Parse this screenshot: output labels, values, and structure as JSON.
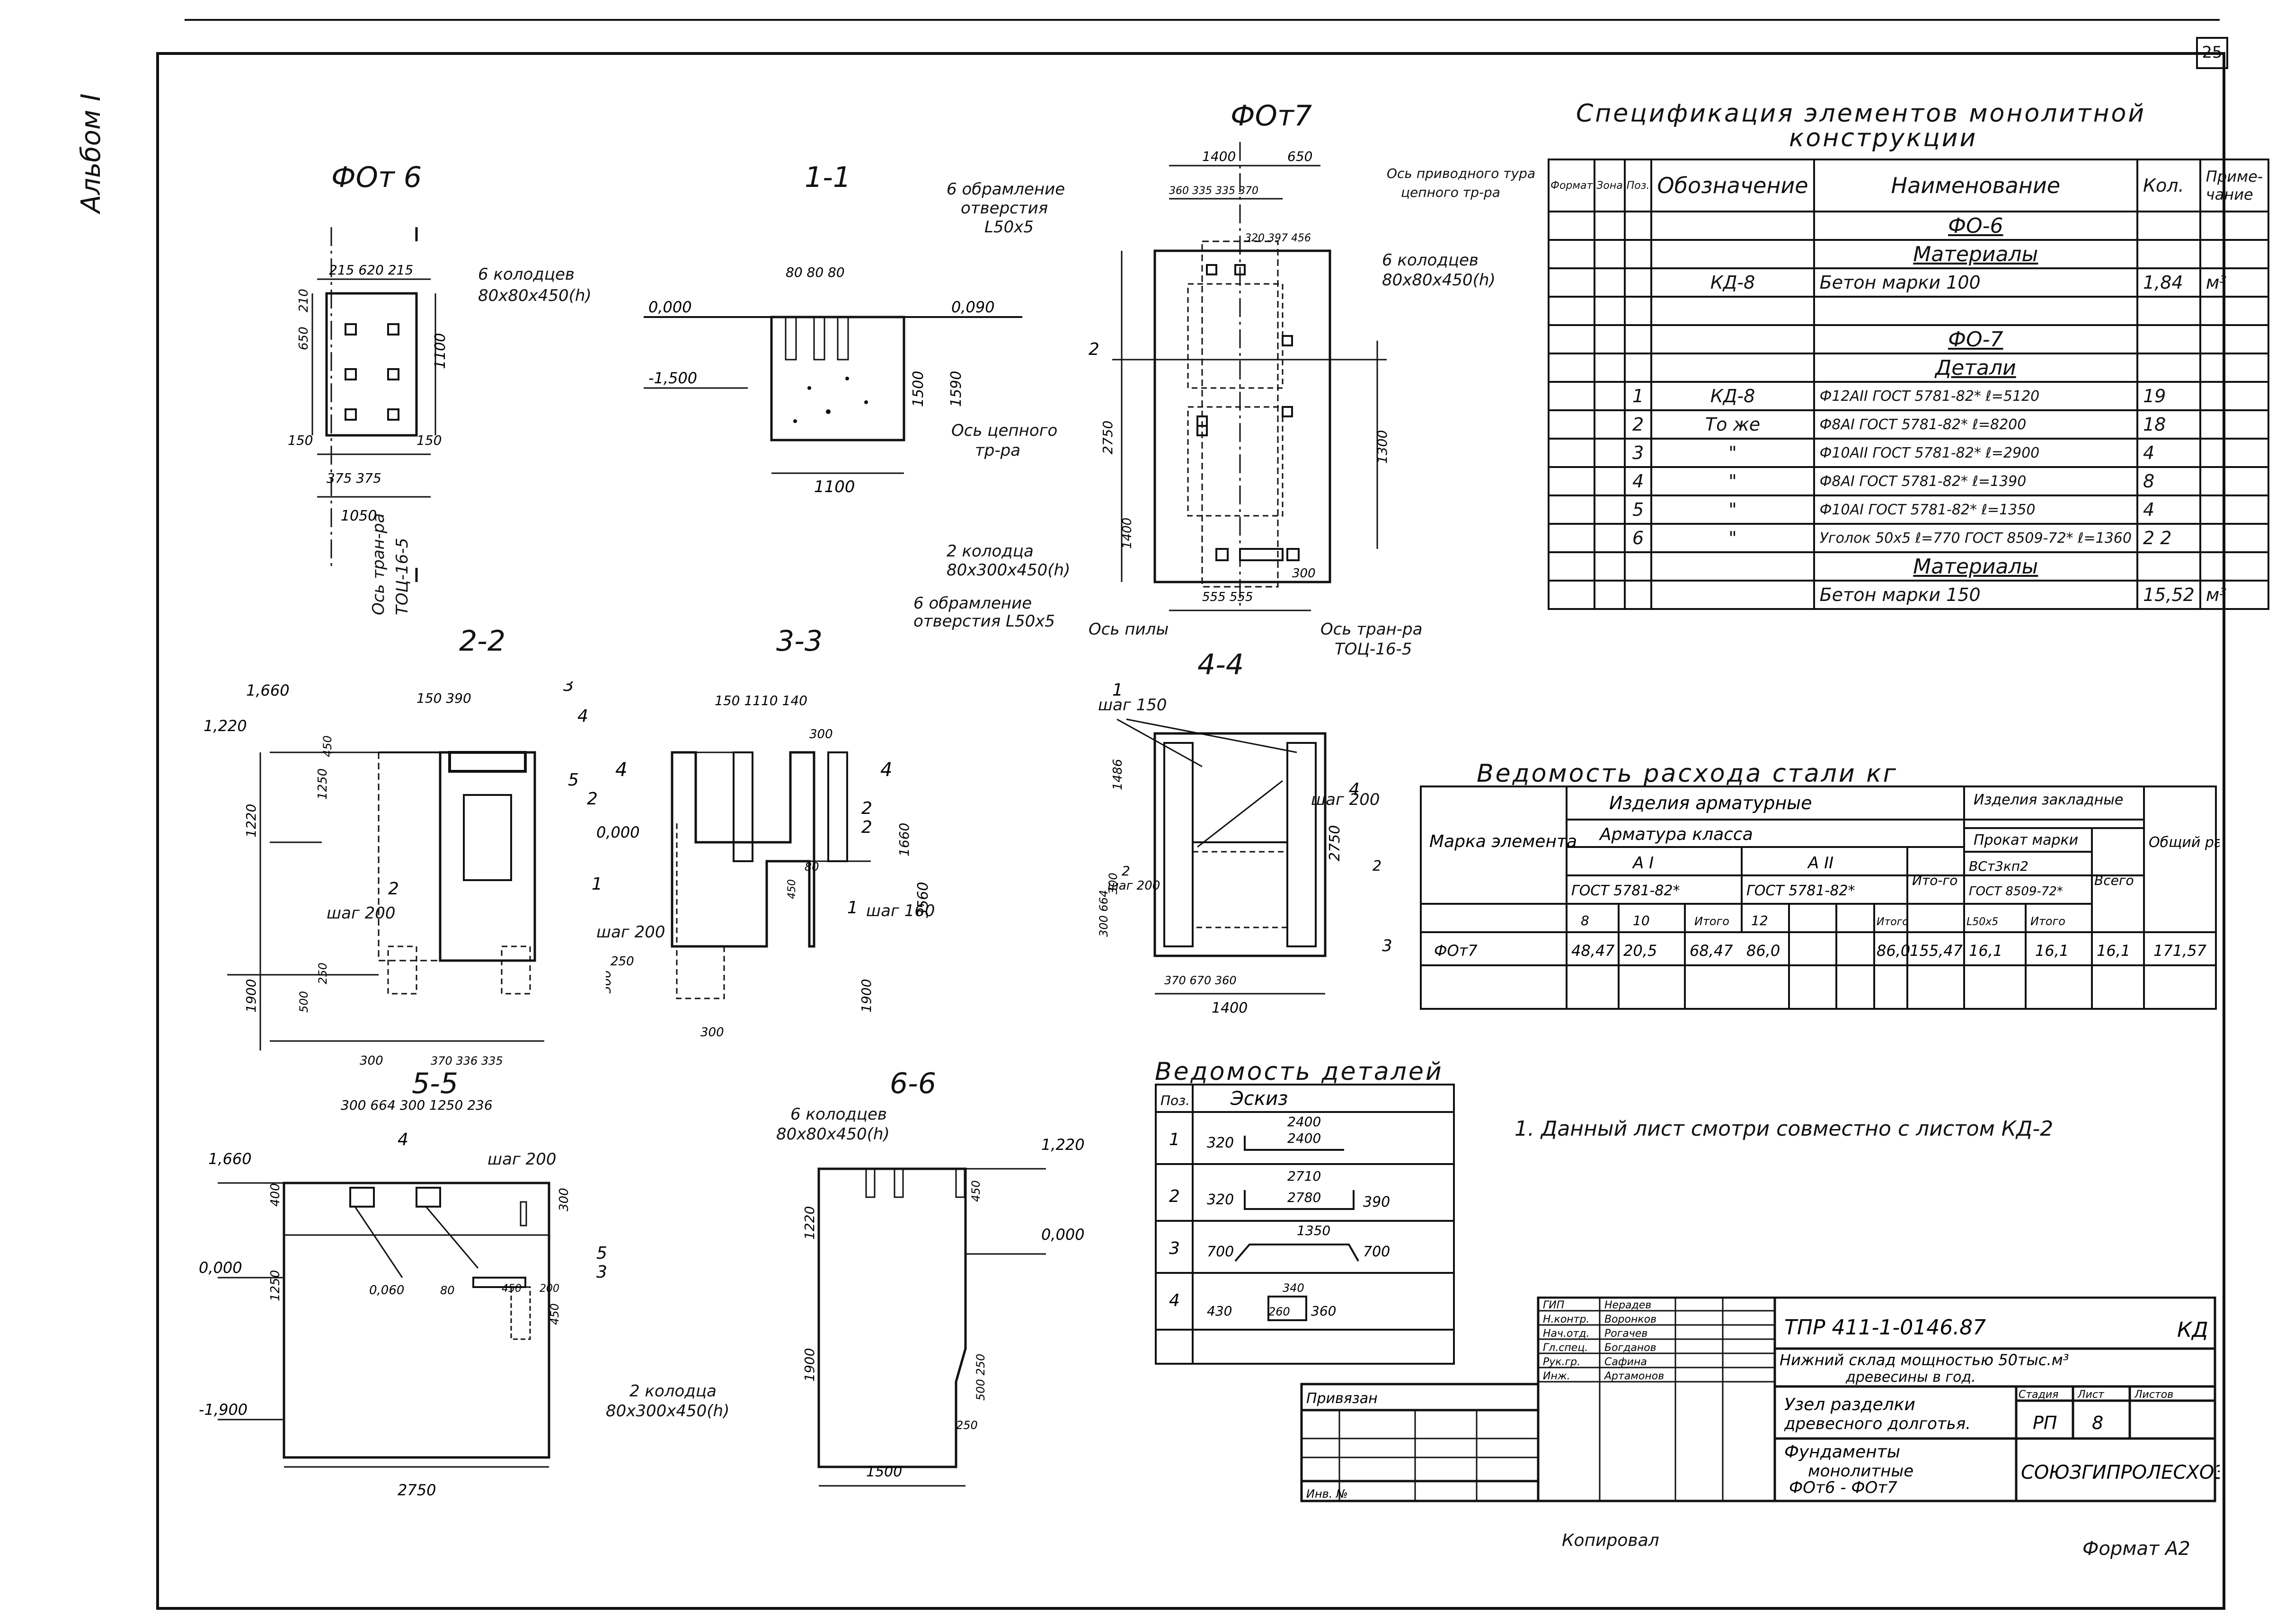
{
  "sheet": {
    "corner_number": "25",
    "album_label": "Альбом I",
    "format_label": "Формат А2",
    "copy_signature": "Копировал"
  },
  "views": {
    "fot6": "ФОт 6",
    "s11": "1-1",
    "fot7": "ФОт7",
    "s22": "2-2",
    "s33": "3-3",
    "s44": "4-4",
    "s55": "5-5",
    "s66": "6-6"
  },
  "annotations": {
    "fot6_wells": "6 колодцев",
    "fot6_wells_size": "80х80х450(h)",
    "fot6_axis": "Ось тран-ра",
    "fot6_axis_sub": "ТОЦ-16-5",
    "fot7_frame1": "6 обрамление",
    "fot7_frame1b": "отверстия",
    "fot7_frame1c": "L50х5",
    "fot7_axis_water": "Ось приводного тура",
    "fot7_axis_water2": "цепного тр-ра",
    "fot7_wells": "6 колодцев",
    "fot7_wells_size": "80х80х450(h)",
    "fot7_chain_axis": "Ось цепного",
    "fot7_chain_axis2": "тр-ра",
    "fot7_two_wells": "2 колодца",
    "fot7_two_wells_size": "80х300х450(h)",
    "fot7_frame2": "6 обрамление",
    "fot7_frame2b": "отверстия L50х5",
    "fot7_saw_axis": "Ось пилы",
    "fot7_tran_axis": "Ось тран-ра",
    "fot7_tran_axis2": "ТОЦ-16-5",
    "s44_step150": "шаг 150",
    "s44_step200": "шаг 200",
    "s22_step200": "шаг 200",
    "s33_step200": "шаг 200",
    "s33_step160": "шаг 160",
    "s55_step200": "шаг 200",
    "s55_two_wells": "2 колодца",
    "s55_two_wells_size": "80х300х450(h)",
    "s66_wells": "6 колодцев",
    "s66_wells_size": "80х80х450(h)"
  },
  "spec": {
    "title": "Спецификация элементов монолитной",
    "title2": "конструкции",
    "headers": [
      "Формат",
      "Зона",
      "Поз.",
      "Обозначение",
      "Наименование",
      "Кол.",
      "Приме-\nчание"
    ],
    "rows": [
      [
        "",
        "",
        "",
        "",
        "ФО-6",
        "",
        ""
      ],
      [
        "",
        "",
        "",
        "",
        "Материалы",
        "",
        ""
      ],
      [
        "",
        "",
        "",
        "КД-8",
        "Бетон марки 100",
        "1,84",
        "м³"
      ],
      [
        "",
        "",
        "",
        "",
        "",
        "",
        ""
      ],
      [
        "",
        "",
        "",
        "",
        "ФО-7",
        "",
        ""
      ],
      [
        "",
        "",
        "",
        "",
        "Детали",
        "",
        ""
      ],
      [
        "",
        "",
        "1",
        "КД-8",
        "Ф12АII ГОСТ 5781-82* ℓ=5120",
        "19",
        ""
      ],
      [
        "",
        "",
        "2",
        "То же",
        "Ф8АI ГОСТ 5781-82* ℓ=8200",
        "18",
        ""
      ],
      [
        "",
        "",
        "3",
        "\"",
        "Ф10АII ГОСТ 5781-82* ℓ=2900",
        "4",
        ""
      ],
      [
        "",
        "",
        "4",
        "\"",
        "Ф8АI ГОСТ 5781-82* ℓ=1390",
        "8",
        ""
      ],
      [
        "",
        "",
        "5",
        "\"",
        "Ф10АI ГОСТ 5781-82* ℓ=1350",
        "4",
        ""
      ],
      [
        "",
        "",
        "6",
        "\"",
        "Уголок 50х5 ℓ=770 ГОСТ 8509-72* ℓ=1360",
        "2 2",
        ""
      ],
      [
        "",
        "",
        "",
        "",
        "Материалы",
        "",
        ""
      ],
      [
        "",
        "",
        "",
        "",
        "Бетон марки 150",
        "15,52",
        "м³"
      ]
    ]
  },
  "steel": {
    "title": "Ведомость расхода стали кг",
    "h_mark": "Марка элемента",
    "h_rebar": "Изделия арматурные",
    "h_embedded": "Изделия закладные",
    "h_class": "Арматура класса",
    "h_rolled": "Прокат марки",
    "h_total_all": "Общий расход",
    "h_a1": "А I",
    "h_a2": "А II",
    "h_itogo": "Ито-го",
    "h_gost1": "ГОСТ 5781-82*",
    "h_gost2": "ГОСТ 5781-82*",
    "h_vst": "ВСт3кп2",
    "h_gost3": "ГОСТ 8509-72*",
    "h_vsego": "Всего",
    "h_d8": "8",
    "h_d10": "10",
    "h_it1": "Итого",
    "h_d12": "12",
    "h_it2": "Итого",
    "h_l": "L50х5",
    "h_it3": "Итого",
    "row": [
      "ФОт7",
      "48,47",
      "20,5",
      "68,47",
      "86,0",
      "86,0",
      "155,47",
      "16,1",
      "16,1",
      "16,1",
      "171,57"
    ]
  },
  "details": {
    "title": "Ведомость деталей",
    "h_pos": "Поз.",
    "h_sketch": "Эскиз",
    "rows": [
      {
        "pos": "1",
        "a": "320",
        "b": "2400",
        "c": "2400"
      },
      {
        "pos": "2",
        "a": "320",
        "b": "2710",
        "c": "2780",
        "d": "390"
      },
      {
        "pos": "3",
        "a": "700",
        "b": "1350",
        "c": "700"
      },
      {
        "pos": "4",
        "a": "430",
        "b": "340",
        "c": "260",
        "d": "360"
      }
    ]
  },
  "note": "1. Данный лист смотри совместно с листом КД-2",
  "stamp": {
    "code": "ТПР 411-1-0146.87",
    "kd": "КД",
    "project": "Нижний склад мощностью 50тыс.м³",
    "project2": "древесины в год.",
    "node": "Узел разделки",
    "node2": "древесного долготья.",
    "sheet_title": "Фундаменты",
    "sheet_title2": "монолитные",
    "sheet_title3": "ФОт6 - ФОт7",
    "stage_h": "Стадия",
    "sheet_h": "Лист",
    "sheets_h": "Листов",
    "stage": "РП",
    "sheet": "8",
    "org": "СОЮЗГИПРОЛЕСХОЗ",
    "bound": "Привязан",
    "inv": "Инв. №",
    "roles": [
      "ГИП",
      "Н.контр.",
      "Нач.отд.",
      "Гл.спец.",
      "Рук.гр.",
      "Инж."
    ],
    "names": [
      "Нерадев",
      "Воронков",
      "Рогачев",
      "Богданов",
      "Сафина",
      "Артамонов"
    ]
  }
}
